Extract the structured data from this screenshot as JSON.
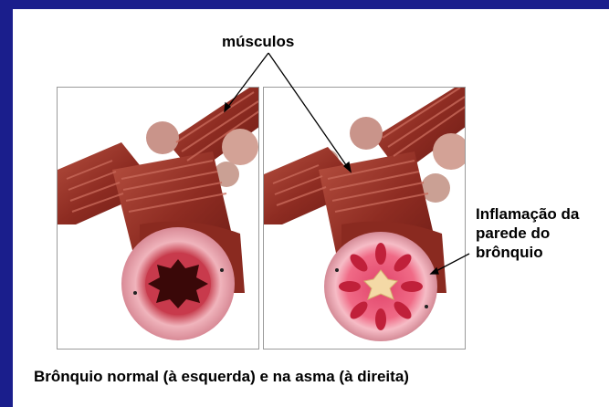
{
  "labels": {
    "muscles": "músculos",
    "inflammation": "Inflamação da\nparede do\nbrônquio",
    "caption": "Brônquio normal (à esquerda) e na asma (à direita)"
  },
  "colors": {
    "frame": "#1a1e8c",
    "muscle": "#9c3a2e",
    "muscle_dark": "#6e2018",
    "lumen_normal": "#5a1010",
    "inflamed_wall": "#e8425a",
    "mucosa": "#f3b8c0"
  },
  "images": {
    "left": "normal-bronchus-illustration",
    "right": "asthmatic-bronchus-illustration"
  }
}
